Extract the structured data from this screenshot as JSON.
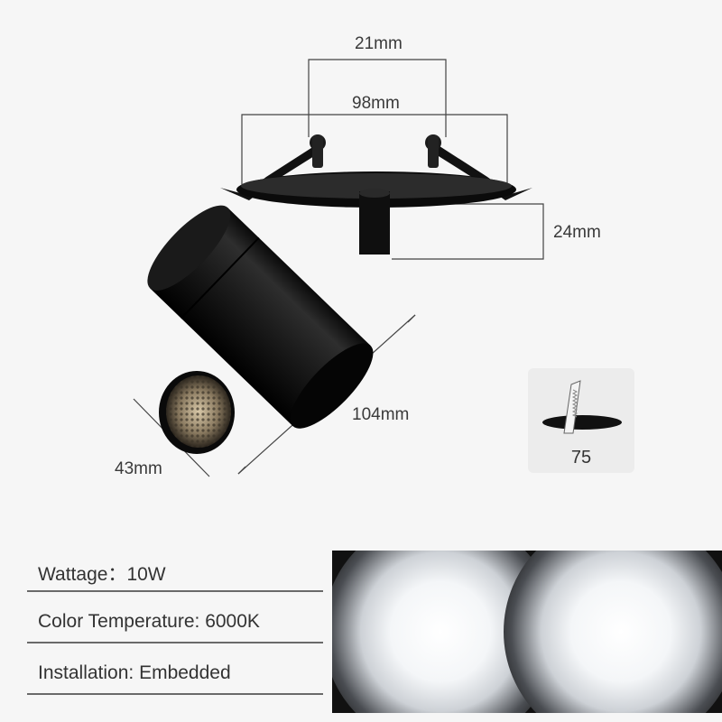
{
  "dimensions": {
    "top_width": "21mm",
    "flange_diameter": "98mm",
    "recess_depth": "24mm",
    "body_length": "104mm",
    "body_diameter": "43mm"
  },
  "cutout": {
    "size": "75"
  },
  "specs": [
    {
      "label": "Wattage：",
      "value": "10W"
    },
    {
      "label": "Color Temperature: ",
      "value": "6000K"
    },
    {
      "label": "Installation: ",
      "value": "Embedded"
    }
  ],
  "colors": {
    "background": "#f6f6f6",
    "product": "#0c0c0c",
    "text": "#3a3a3a",
    "beam_panel": "#111111"
  }
}
